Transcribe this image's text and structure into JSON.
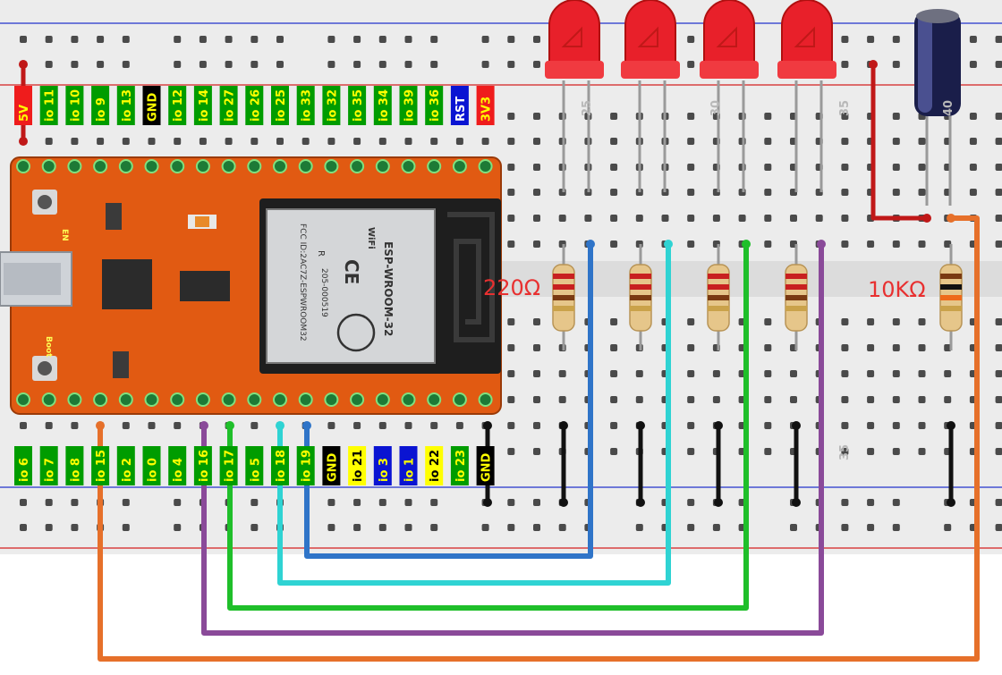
{
  "top_pins": [
    {
      "label": "5V",
      "bg": "#ef1c1c",
      "fg": "#ffff00"
    },
    {
      "label": "io 11",
      "bg": "#009c00",
      "fg": "#ffff00"
    },
    {
      "label": "io 10",
      "bg": "#009c00",
      "fg": "#ffff00"
    },
    {
      "label": "io 9",
      "bg": "#009c00",
      "fg": "#ffff00"
    },
    {
      "label": "io 13",
      "bg": "#009c00",
      "fg": "#ffff00"
    },
    {
      "label": "GND",
      "bg": "#000000",
      "fg": "#ffff00"
    },
    {
      "label": "io 12",
      "bg": "#009c00",
      "fg": "#ffff00"
    },
    {
      "label": "io 14",
      "bg": "#009c00",
      "fg": "#ffff00"
    },
    {
      "label": "io 27",
      "bg": "#009c00",
      "fg": "#ffff00"
    },
    {
      "label": "io 26",
      "bg": "#009c00",
      "fg": "#ffff00"
    },
    {
      "label": "io 25",
      "bg": "#009c00",
      "fg": "#ffff00"
    },
    {
      "label": "io 33",
      "bg": "#009c00",
      "fg": "#ffff00"
    },
    {
      "label": "io 32",
      "bg": "#009c00",
      "fg": "#ffff00"
    },
    {
      "label": "io 35",
      "bg": "#009c00",
      "fg": "#ffff00"
    },
    {
      "label": "io 34",
      "bg": "#009c00",
      "fg": "#ffff00"
    },
    {
      "label": "io 39",
      "bg": "#009c00",
      "fg": "#ffff00"
    },
    {
      "label": "io 36",
      "bg": "#009c00",
      "fg": "#ffff00"
    },
    {
      "label": "RST",
      "bg": "#0a14d2",
      "fg": "#ffffff"
    },
    {
      "label": "3V3",
      "bg": "#ef1c1c",
      "fg": "#ffff00"
    }
  ],
  "bottom_pins": [
    {
      "label": "io 6",
      "bg": "#009c00",
      "fg": "#ffff00"
    },
    {
      "label": "io 7",
      "bg": "#009c00",
      "fg": "#ffff00"
    },
    {
      "label": "io 8",
      "bg": "#009c00",
      "fg": "#ffff00"
    },
    {
      "label": "io 15",
      "bg": "#009c00",
      "fg": "#ffff00"
    },
    {
      "label": "io 2",
      "bg": "#009c00",
      "fg": "#ffff00"
    },
    {
      "label": "io 0",
      "bg": "#009c00",
      "fg": "#ffff00"
    },
    {
      "label": "io 4",
      "bg": "#009c00",
      "fg": "#ffff00"
    },
    {
      "label": "io 16",
      "bg": "#009c00",
      "fg": "#ffff00"
    },
    {
      "label": "io 17",
      "bg": "#009c00",
      "fg": "#ffff00"
    },
    {
      "label": "io 5",
      "bg": "#009c00",
      "fg": "#ffff00"
    },
    {
      "label": "io 18",
      "bg": "#009c00",
      "fg": "#ffff00"
    },
    {
      "label": "io 19",
      "bg": "#009c00",
      "fg": "#ffff00"
    },
    {
      "label": "GND",
      "bg": "#000000",
      "fg": "#ffff00"
    },
    {
      "label": "io 21",
      "bg": "#ffff00",
      "fg": "#000000"
    },
    {
      "label": "io 3",
      "bg": "#0a14d2",
      "fg": "#ffff00"
    },
    {
      "label": "io 1",
      "bg": "#0a14d2",
      "fg": "#ffff00"
    },
    {
      "label": "io 22",
      "bg": "#ffff00",
      "fg": "#000000"
    },
    {
      "label": "io 23",
      "bg": "#009c00",
      "fg": "#ffff00"
    },
    {
      "label": "GND",
      "bg": "#000000",
      "fg": "#ffff00"
    }
  ],
  "board_labels": {
    "en": "EN",
    "boot": "Boot",
    "module_name": "ESP-WROOM-32",
    "module_fcc": "FCC ID:2AC7Z-ESPWROOM32",
    "module_code": "205-000519",
    "wifi": "WiFi",
    "ce": "CE",
    "r_mark": "R"
  },
  "resistors": {
    "led_label": "220Ω",
    "pullup_label": "10KΩ"
  },
  "column_labels": [
    "25",
    "30",
    "35",
    "40",
    "35"
  ],
  "colors": {
    "led_red": "#e8202a",
    "board_orange": "#e15a12",
    "wire_blue": "#2f74c8",
    "wire_cyan": "#2fd3d3",
    "wire_green": "#1fbf2a",
    "wire_purple": "#8a4a99",
    "wire_orange": "#e6702a",
    "wire_red": "#c01818",
    "wire_black": "#111111"
  }
}
